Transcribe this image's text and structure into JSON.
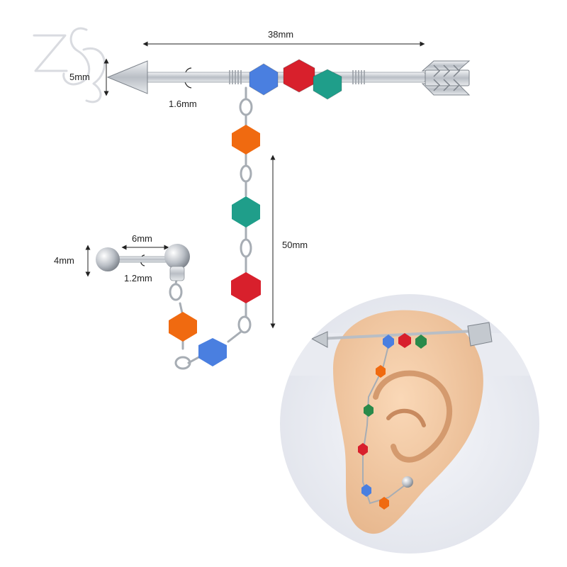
{
  "dimensions": {
    "arrow_length": "38mm",
    "arrow_head": "5mm",
    "arrow_gauge": "1.6mm",
    "chain_length": "50mm",
    "stud_length": "6mm",
    "stud_ball": "4mm",
    "stud_gauge": "1.2mm"
  },
  "colors": {
    "background": "#ffffff",
    "steel": "#c9cdd2",
    "bead_orange": "#f06a10",
    "bead_blue": "#4a7fe0",
    "bead_red": "#d8202c",
    "bead_teal": "#1f9e8a",
    "bead_green": "#2a8a4a",
    "skin": "#f3c9a2"
  },
  "icons": {
    "brand_logo": "zs-butterfly-logo"
  }
}
